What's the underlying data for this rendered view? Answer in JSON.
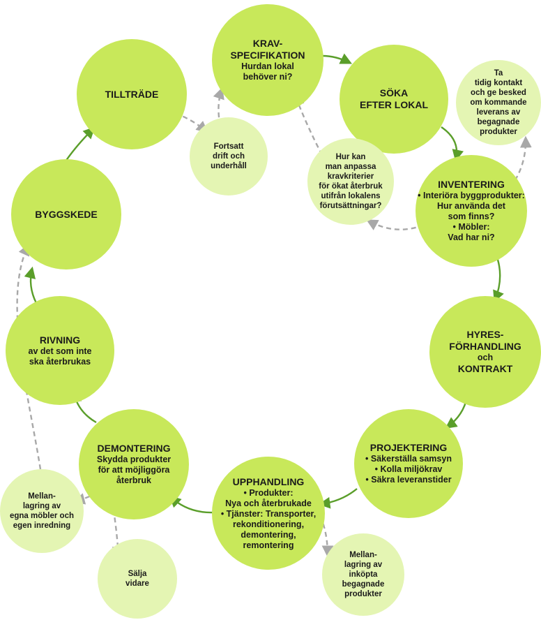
{
  "nodes": {
    "kravspec": {
      "title1": "KRAV-",
      "title2": "SPECIFIKATION",
      "sub1": "Hurdan lokal",
      "sub2": "behöver ni?"
    },
    "soka": {
      "line1": "SÖKA",
      "line2": "EFTER LOKAL"
    },
    "inventering": {
      "title": "INVENTERING",
      "line1": "• Interiöra byggprodukter:",
      "line2": "Hur använda det",
      "line3": "som finns?",
      "line4": "• Möbler:",
      "line5": "Vad har ni?"
    },
    "hyres": {
      "line1": "HYRES-",
      "line2": "FÖRHANDLING",
      "line3": "och",
      "line4": "KONTRAKT"
    },
    "projektering": {
      "title": "PROJEKTERING",
      "line1": "• Säkerställa samsyn",
      "line2": "• Kolla miljökrav",
      "line3": "• Säkra leveranstider"
    },
    "upphandling": {
      "title": "UPPHANDLING",
      "line1": "• Produkter:",
      "line2": "Nya och återbrukade",
      "line3": "• Tjänster: Transporter,",
      "line4": "rekonditionering,",
      "line5": "demontering,",
      "line6": "remontering"
    },
    "demontering": {
      "title": "DEMONTERING",
      "line1": "Skydda produkter",
      "line2": "för att möjliggöra",
      "line3": "återbruk"
    },
    "rivning": {
      "title": "RIVNING",
      "line1": "av det som inte",
      "line2": "ska återbrukas"
    },
    "byggskede": {
      "title": "BYGGSKEDE"
    },
    "tilltrade": {
      "title": "TILLTRÄDE"
    },
    "fortsatt": {
      "line1": "Fortsatt",
      "line2": "drift och",
      "line3": "underhåll"
    },
    "hurkan": {
      "line1": "Hur kan",
      "line2": "man anpassa",
      "line3": "kravkriterier",
      "line4": "för ökat återbruk",
      "line5": "utifrån lokalens",
      "line6": "förutsättningar?"
    },
    "tatidig": {
      "line1": "Ta",
      "line2": "tidig kontakt",
      "line3": "och ge besked",
      "line4": "om kommande",
      "line5": "leverans av",
      "line6": "begagnade",
      "line7": "produkter"
    },
    "mellan_inkop": {
      "line1": "Mellan-",
      "line2": "lagring av",
      "line3": "inköpta",
      "line4": "begagnade",
      "line5": "produkter"
    },
    "salja": {
      "line1": "Sälja",
      "line2": "vidare"
    },
    "mellan_egna": {
      "line1": "Mellan-",
      "line2": "lagring av",
      "line3": "egna möbler och",
      "line4": "egen inredning"
    }
  },
  "colors": {
    "main_fill": "#c8e85a",
    "side_fill": "#e4f5b3",
    "solid_arrow": "#5a9e2a",
    "dashed_arrow": "#a8a8a8"
  }
}
